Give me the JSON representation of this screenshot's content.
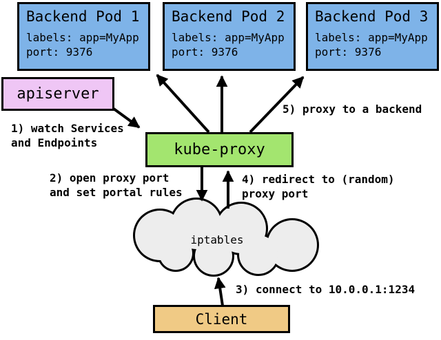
{
  "diagram": {
    "pods": [
      {
        "title": "Backend Pod 1",
        "labels_line": "labels: app=MyApp",
        "port_line": "port: 9376"
      },
      {
        "title": "Backend Pod 2",
        "labels_line": "labels: app=MyApp",
        "port_line": "port: 9376"
      },
      {
        "title": "Backend Pod 3",
        "labels_line": "labels: app=MyApp",
        "port_line": "port: 9376"
      }
    ],
    "apiserver": {
      "label": "apiserver"
    },
    "kube_proxy": {
      "label": "kube-proxy"
    },
    "iptables": {
      "label": "iptables"
    },
    "client": {
      "label": "Client"
    },
    "steps": {
      "step1": "1) watch Services\nand Endpoints",
      "step2": "2) open proxy port\nand set portal rules",
      "step3": "3) connect to 10.0.0.1:1234",
      "step4": "4) redirect to (random)\nproxy port",
      "step5": "5) proxy to a backend"
    },
    "colors": {
      "pod_fill": "#7eb3e8",
      "apiserver_fill": "#efc6f5",
      "kube_proxy_fill": "#a3e56f",
      "client_fill": "#f0ca85",
      "cloud_fill": "#ededed",
      "line_and_border": "#000000"
    }
  }
}
